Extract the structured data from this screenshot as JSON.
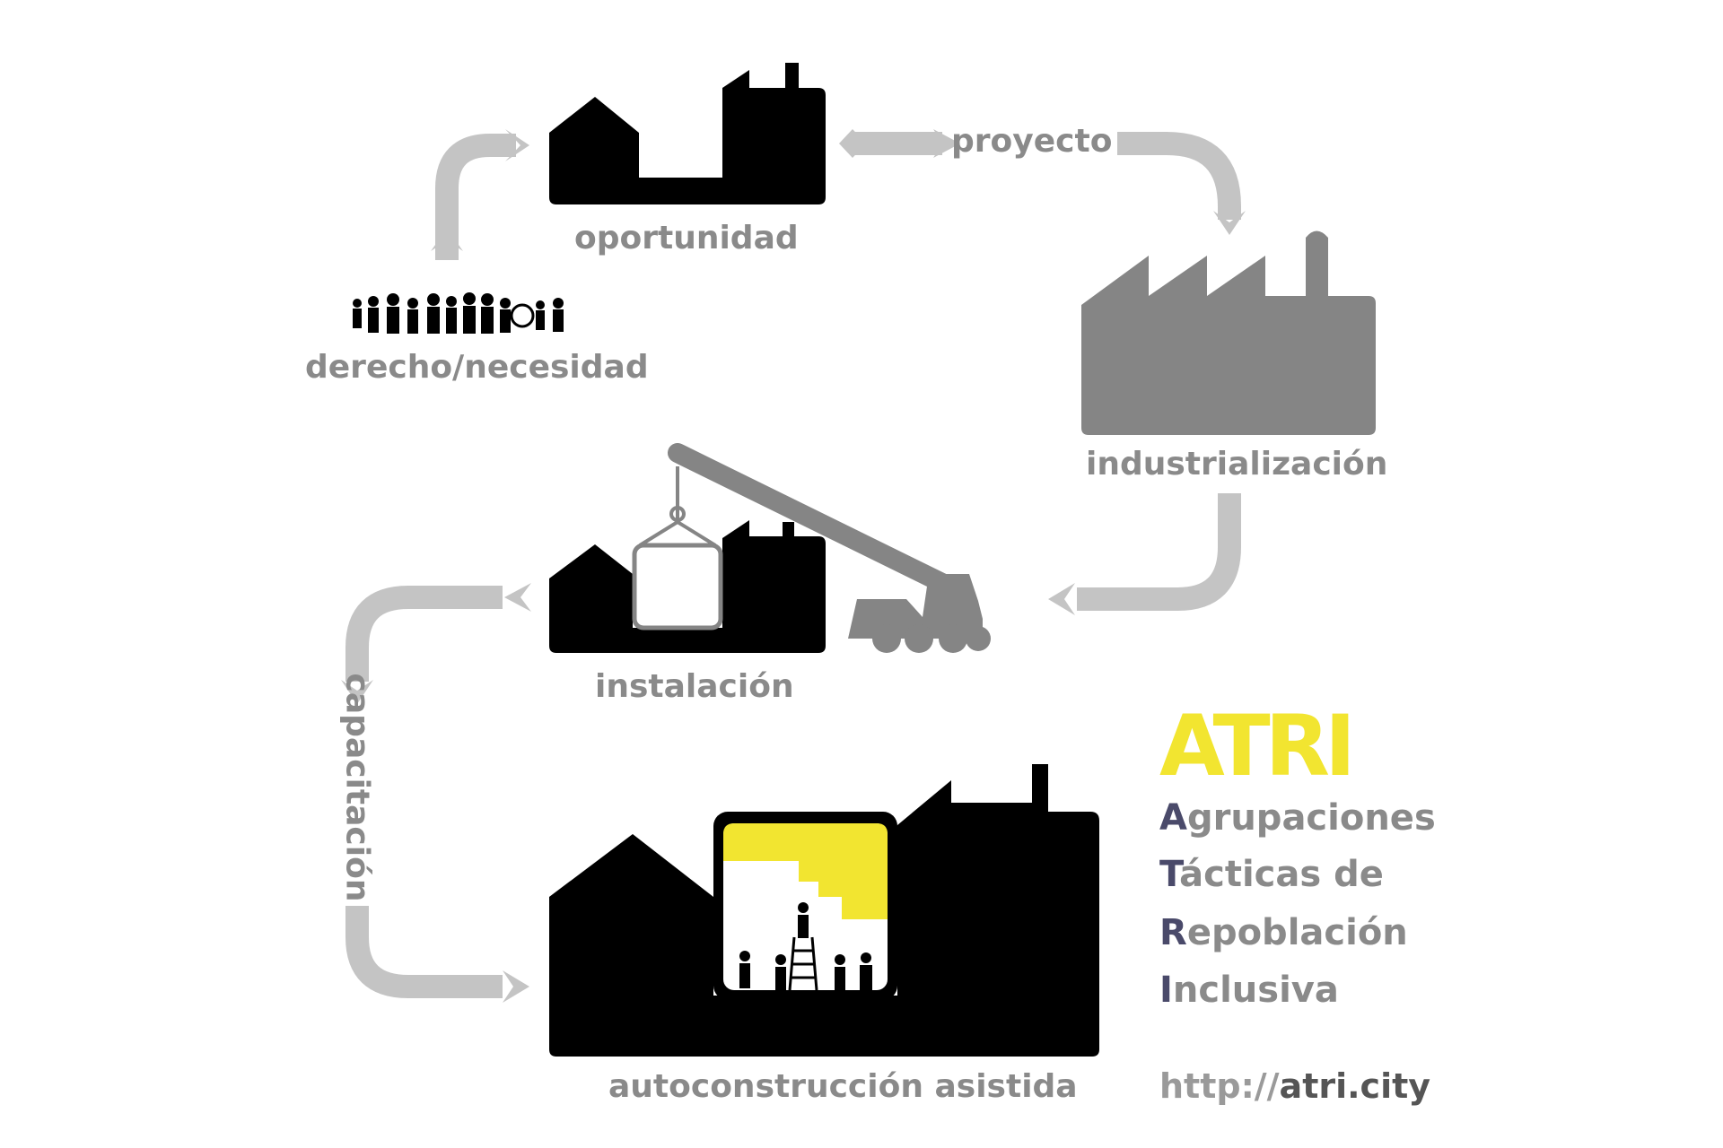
{
  "steps": {
    "oportunidad": "oportunidad",
    "proyecto": "proyecto",
    "industrializacion": "industrialización",
    "derecho": "derecho/necesidad",
    "instalacion": "instalación",
    "capacitacion": "capacitación",
    "autoconstruccion": "autoconstrucción asistida",
    "question_mark": "?"
  },
  "brand": {
    "logo": "ATRI",
    "acronym": [
      {
        "initial": "A",
        "rest": "grupaciones"
      },
      {
        "initial": "T",
        "rest": "ácticas de"
      },
      {
        "initial": "R",
        "rest": "epoblación"
      },
      {
        "initial": "I",
        "rest": "nclusiva"
      }
    ],
    "url_prefix": "http://",
    "url_domain": "atri.city"
  },
  "colors": {
    "black": "#000000",
    "arrow_gray": "#c4c4c4",
    "factory_gray": "#858585",
    "label_gray": "#8a8a8a",
    "yellow": "#f2e530",
    "acronym_initial": "#4a4a6a"
  },
  "icons": [
    "house-question-icon",
    "factory-icon",
    "people-icon",
    "crane-truck-icon",
    "module-box-icon",
    "house-interior-icon",
    "worker-icon",
    "ladder-icon"
  ]
}
